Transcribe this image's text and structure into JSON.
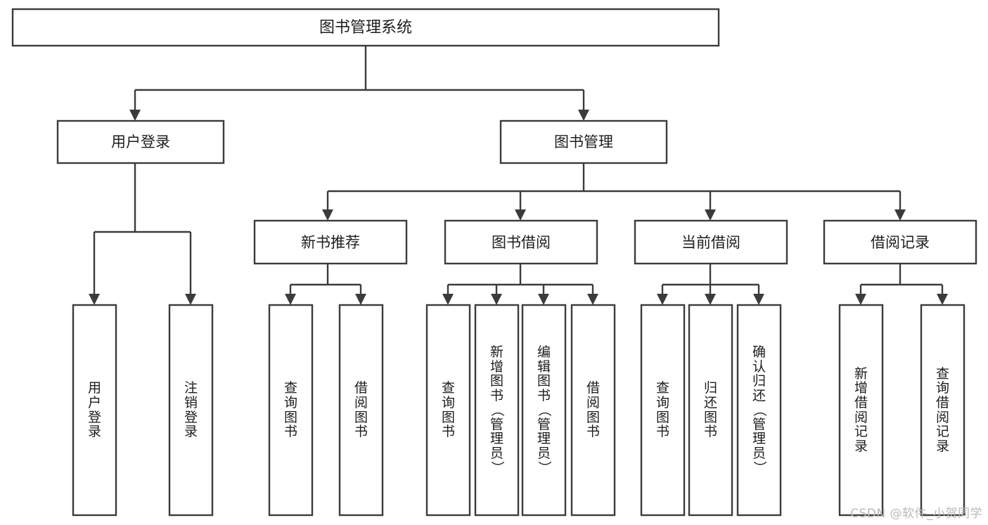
{
  "diagram": {
    "type": "tree",
    "title": "图书管理系统",
    "orientation": "top-down",
    "root": {
      "id": "root",
      "label": "图书管理系统"
    },
    "level2": [
      {
        "id": "user-login",
        "label": "用户登录"
      },
      {
        "id": "book-manage",
        "label": "图书管理"
      }
    ],
    "level3": [
      {
        "id": "new-book-recommend",
        "label": "新书推荐",
        "parent": "book-manage"
      },
      {
        "id": "book-borrow",
        "label": "图书借阅",
        "parent": "book-manage"
      },
      {
        "id": "current-borrow",
        "label": "当前借阅",
        "parent": "book-manage"
      },
      {
        "id": "borrow-record",
        "label": "借阅记录",
        "parent": "book-manage"
      }
    ],
    "leaves": [
      {
        "id": "leaf-user-login",
        "label": "用户登录",
        "parent": "user-login"
      },
      {
        "id": "leaf-user-logout",
        "label": "注销登录",
        "parent": "user-login"
      },
      {
        "id": "leaf-query-book-1",
        "label": "查询图书",
        "parent": "new-book-recommend"
      },
      {
        "id": "leaf-borrow-book-1",
        "label": "借阅图书",
        "parent": "new-book-recommend"
      },
      {
        "id": "leaf-query-book-2",
        "label": "查询图书",
        "parent": "book-borrow"
      },
      {
        "id": "leaf-add-book",
        "label": "新增图书（管理员）",
        "parent": "book-borrow"
      },
      {
        "id": "leaf-edit-book",
        "label": "编辑图书（管理员）",
        "parent": "book-borrow"
      },
      {
        "id": "leaf-borrow-book-2",
        "label": "借阅图书",
        "parent": "book-borrow"
      },
      {
        "id": "leaf-query-book-3",
        "label": "查询图书",
        "parent": "current-borrow"
      },
      {
        "id": "leaf-return-book",
        "label": "归还图书",
        "parent": "current-borrow"
      },
      {
        "id": "leaf-confirm-return",
        "label": "确认归还（管理员）",
        "parent": "current-borrow"
      },
      {
        "id": "leaf-add-record",
        "label": "新增借阅记录",
        "parent": "borrow-record"
      },
      {
        "id": "leaf-query-record",
        "label": "查询借阅记录",
        "parent": "borrow-record"
      }
    ],
    "colors": {
      "stroke": "#3b3b3b",
      "fill": "#ffffff",
      "text": "#1d1d1d",
      "watermark": "#b9b9b9"
    }
  },
  "watermark": {
    "text": "CSDN @软件_小贺同学"
  }
}
